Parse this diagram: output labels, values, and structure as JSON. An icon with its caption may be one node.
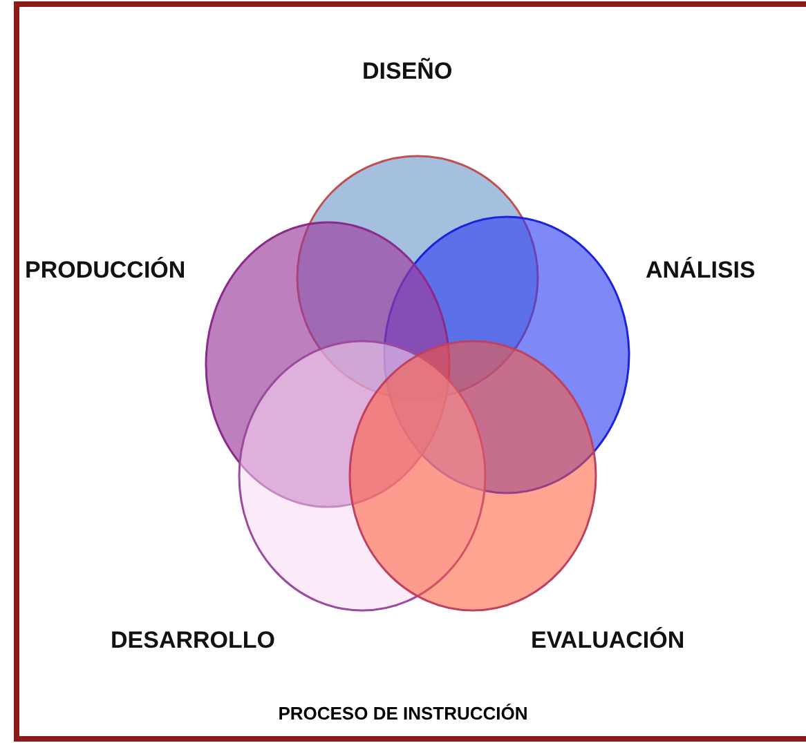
{
  "diagram": {
    "caption": "PROCESO DE INSTRUCCIÓN",
    "nodes": [
      {
        "text": [
          "DISEÑO"
        ]
      },
      {
        "text": [
          "PRODUCCIÓN"
        ]
      },
      {
        "text": [
          "ANÁLISIS"
        ]
      },
      {
        "text": [
          "DESARROLLO"
        ]
      },
      {
        "text": [
          "EVALUACIÓN"
        ]
      }
    ],
    "edges": []
  }
}
